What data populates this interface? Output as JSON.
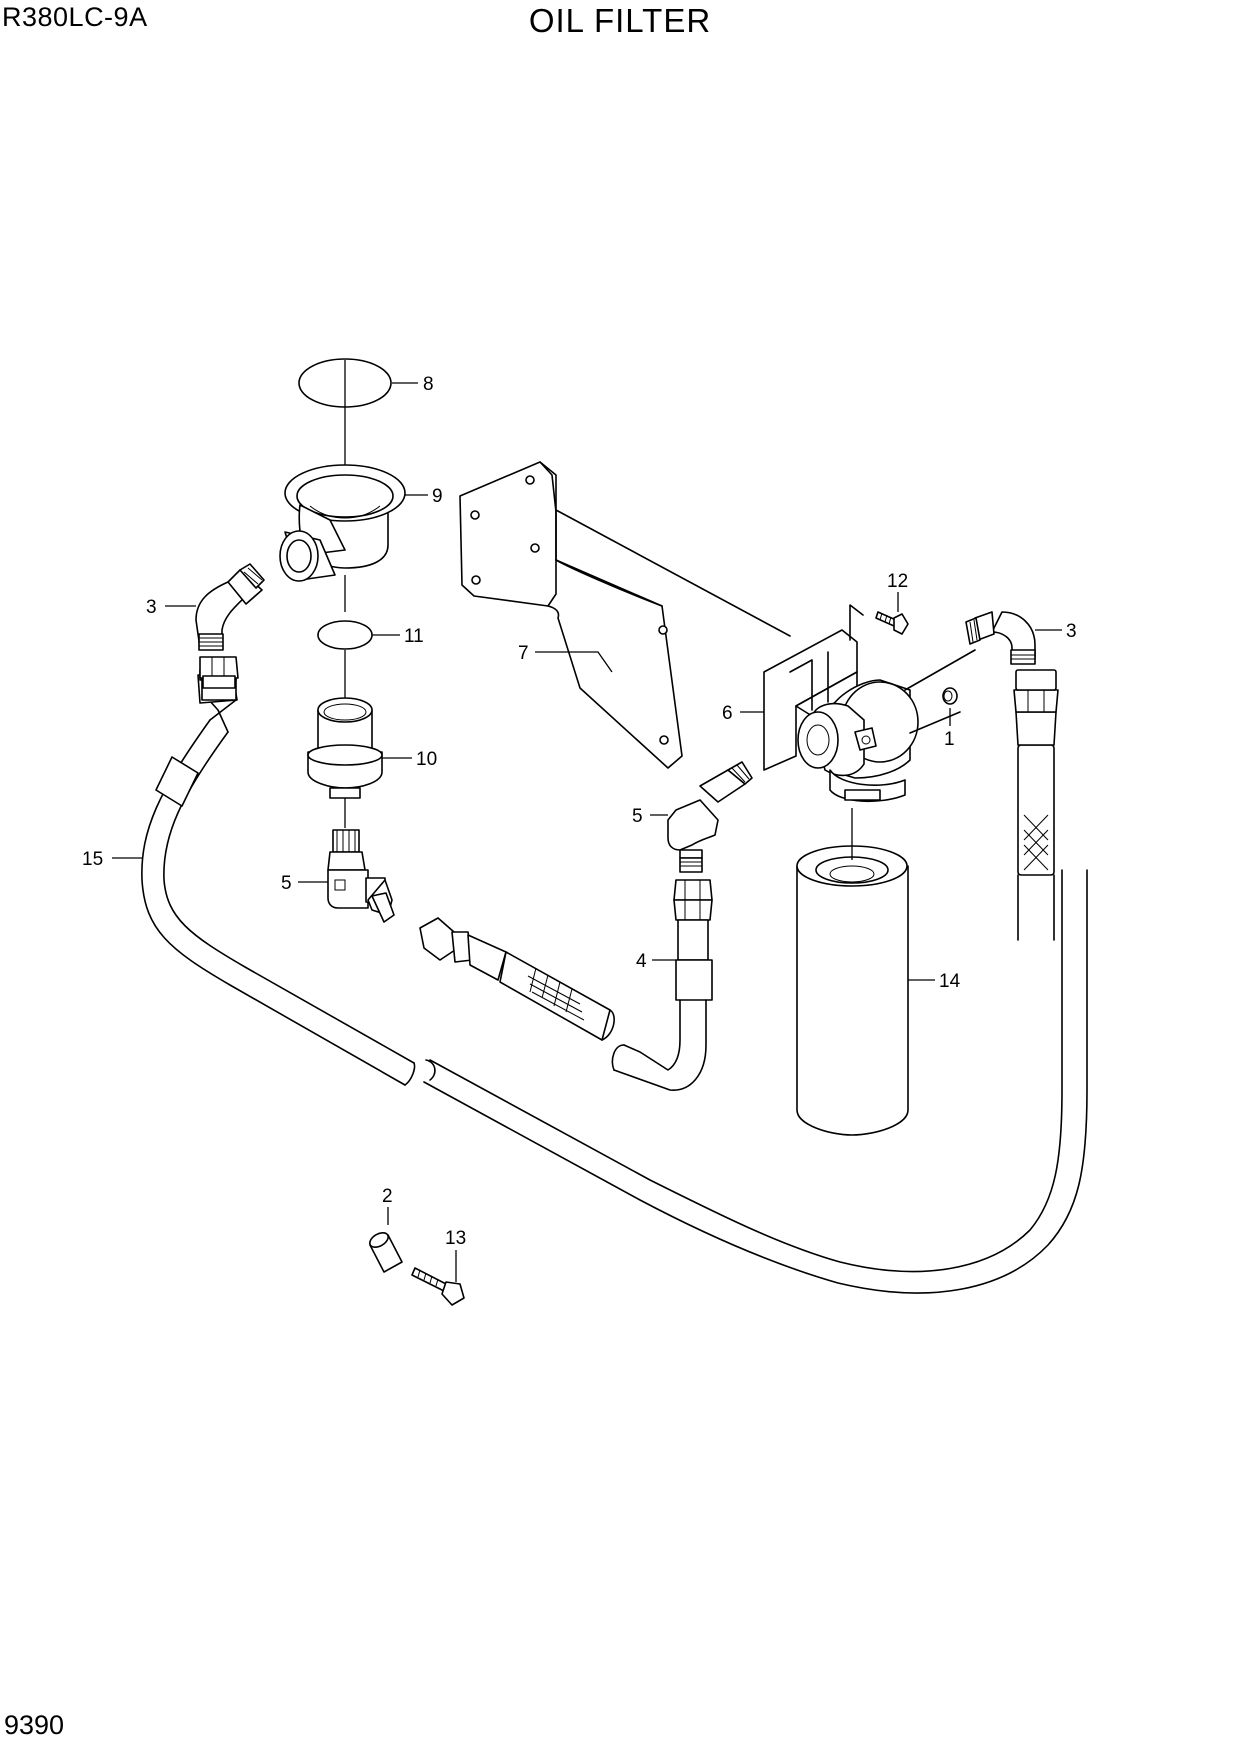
{
  "header": {
    "model": "R380LC-9A",
    "title": "OIL FILTER"
  },
  "footer": {
    "page_number": "9390"
  },
  "callouts": {
    "p1": "1",
    "p2": "2",
    "p3_left": "3",
    "p3_right": "3",
    "p4": "4",
    "p5_left": "5",
    "p5_center": "5",
    "p6": "6",
    "p7": "7",
    "p8": "8",
    "p9": "9",
    "p10": "10",
    "p11": "11",
    "p12": "12",
    "p13": "13",
    "p14": "14",
    "p15": "15"
  }
}
